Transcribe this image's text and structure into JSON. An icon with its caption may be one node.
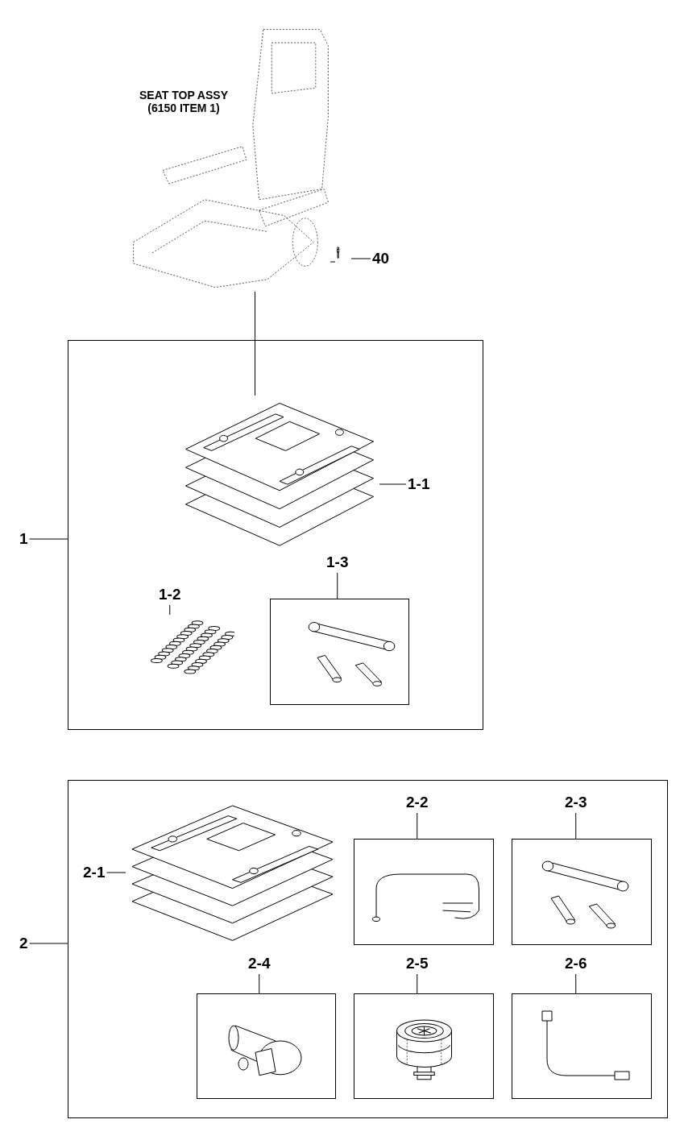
{
  "diagram": {
    "nodes": [
      {
        "text": [
          "SEAT TOP ASSY (6150 ITEM 1)"
        ]
      },
      {
        "text": [
          "40"
        ]
      },
      {
        "text": [],
        "shape": "picture"
      },
      {
        "text": [
          "1"
        ]
      },
      {
        "text": [],
        "shape": "box"
      },
      {
        "text": [
          "1-1"
        ],
        "in": 4
      },
      {
        "text": [],
        "shape": "picture",
        "in": 4
      },
      {
        "text": [
          "1-2"
        ],
        "in": 4
      },
      {
        "text": [],
        "shape": "picture",
        "in": 4
      },
      {
        "text": [
          "1-3"
        ],
        "in": 4
      },
      {
        "text": [],
        "shape": "box",
        "in": 4
      },
      {
        "text": [],
        "shape": "picture",
        "in": 10
      },
      {
        "text": [
          "2"
        ]
      },
      {
        "text": [],
        "shape": "box"
      },
      {
        "text": [
          "2-1"
        ],
        "in": 13
      },
      {
        "text": [],
        "shape": "picture",
        "in": 13
      },
      {
        "text": [
          "2-2"
        ],
        "in": 13
      },
      {
        "text": [],
        "shape": "box",
        "in": 13
      },
      {
        "text": [],
        "shape": "picture",
        "in": 17
      },
      {
        "text": [
          "2-3"
        ],
        "in": 13
      },
      {
        "text": [],
        "shape": "box",
        "in": 13
      },
      {
        "text": [],
        "shape": "picture",
        "in": 20
      },
      {
        "text": [
          "2-4"
        ],
        "in": 13
      },
      {
        "text": [],
        "shape": "box",
        "in": 13
      },
      {
        "text": [],
        "shape": "picture",
        "in": 23
      },
      {
        "text": [
          "2-5"
        ],
        "in": 13
      },
      {
        "text": [],
        "shape": "box",
        "in": 13
      },
      {
        "text": [],
        "shape": "picture",
        "in": 26
      },
      {
        "text": [
          "2-6"
        ],
        "in": 13
      },
      {
        "text": [],
        "shape": "box",
        "in": 13
      },
      {
        "text": [],
        "shape": "picture",
        "in": 29
      }
    ],
    "edges": [
      {
        "from": 1,
        "to": 2,
        "arrow": "none"
      },
      {
        "from": 2,
        "to": 0,
        "arrow": "none"
      },
      {
        "from": 0,
        "to": 6,
        "arrow": "none"
      },
      {
        "from": 3,
        "to": 4,
        "arrow": "none"
      },
      {
        "from": 5,
        "to": 6,
        "arrow": "none"
      },
      {
        "from": 7,
        "to": 8,
        "arrow": "none"
      },
      {
        "from": 9,
        "to": 10,
        "arrow": "none"
      },
      {
        "from": 12,
        "to": 13,
        "arrow": "none"
      },
      {
        "from": 14,
        "to": 15,
        "arrow": "none"
      },
      {
        "from": 16,
        "to": 17,
        "arrow": "none"
      },
      {
        "from": 19,
        "to": 20,
        "arrow": "none"
      },
      {
        "from": 22,
        "to": 23,
        "arrow": "none"
      },
      {
        "from": 25,
        "to": 26,
        "arrow": "none"
      },
      {
        "from": 28,
        "to": 29,
        "arrow": "none"
      }
    ]
  }
}
